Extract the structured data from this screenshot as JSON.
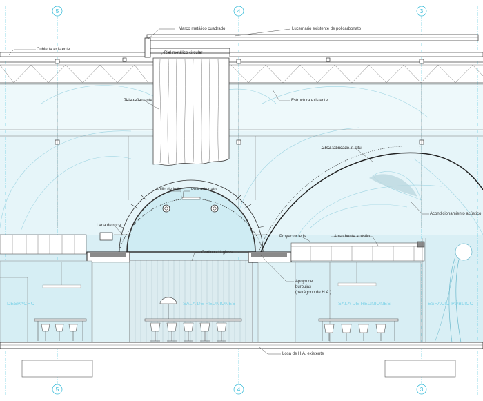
{
  "grid_axes": [
    "5",
    "4",
    "3"
  ],
  "annotations": {
    "marco": "Marco metálico cuadrado",
    "lucernario": "Lucernario existente de policarbonato",
    "cubierta": "Cubierta existente",
    "riel": "Riel metálico circular",
    "tela": "Tela reflectante",
    "estructura": "Estructura existente",
    "grg": "GRG fabricado in-situ",
    "anillo": "Anillo de leds",
    "policarbonato": "Policarbonato",
    "acondicionamiento": "Acondicionamiento acústico",
    "lana": "Lana de roca",
    "proyector": "Proyector leds",
    "absorbente": "Absorbente acústico",
    "cortina": "Cortina / U-glass",
    "apoyo_1": "Apoyo de",
    "apoyo_2": "burbujas",
    "apoyo_3": "(hexágono de H.A.)",
    "losa": "Losa de H.A. existente"
  },
  "rooms": {
    "despacho": "DESPACHO",
    "sala_1": "SALA DE REUNIONES",
    "sala_2": "SALA DE REUNIONES",
    "espacio": "ESPACIO PÚBLICO"
  },
  "colors": {
    "glass": "#e3f4f8",
    "glass_dark": "#cdebf2",
    "axis": "#4cc3dd",
    "room_label": "#7fd3e8",
    "line": "#444444"
  }
}
